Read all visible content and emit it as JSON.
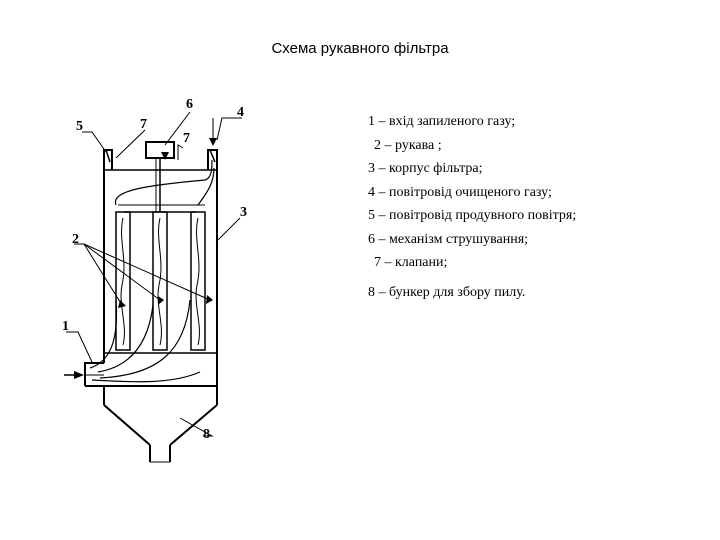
{
  "title": "Схема рукавного фільтра",
  "legend": [
    "1 – вхід запиленого газу;",
    "2 – рукава ;",
    "3 – корпус фільтра;",
    "4 – повітровід очищеного газу;",
    "5 – повітровід продувного повітря;",
    "6 – механізм струшування;",
    "7 – клапани;",
    "8 – бункер для збору пилу."
  ],
  "callouts": {
    "n1": "1",
    "n2": "2",
    "n3": "3",
    "n4": "4",
    "n5": "5",
    "n6": "6",
    "n7a": "7",
    "n7b": "7",
    "n8": "8"
  }
}
